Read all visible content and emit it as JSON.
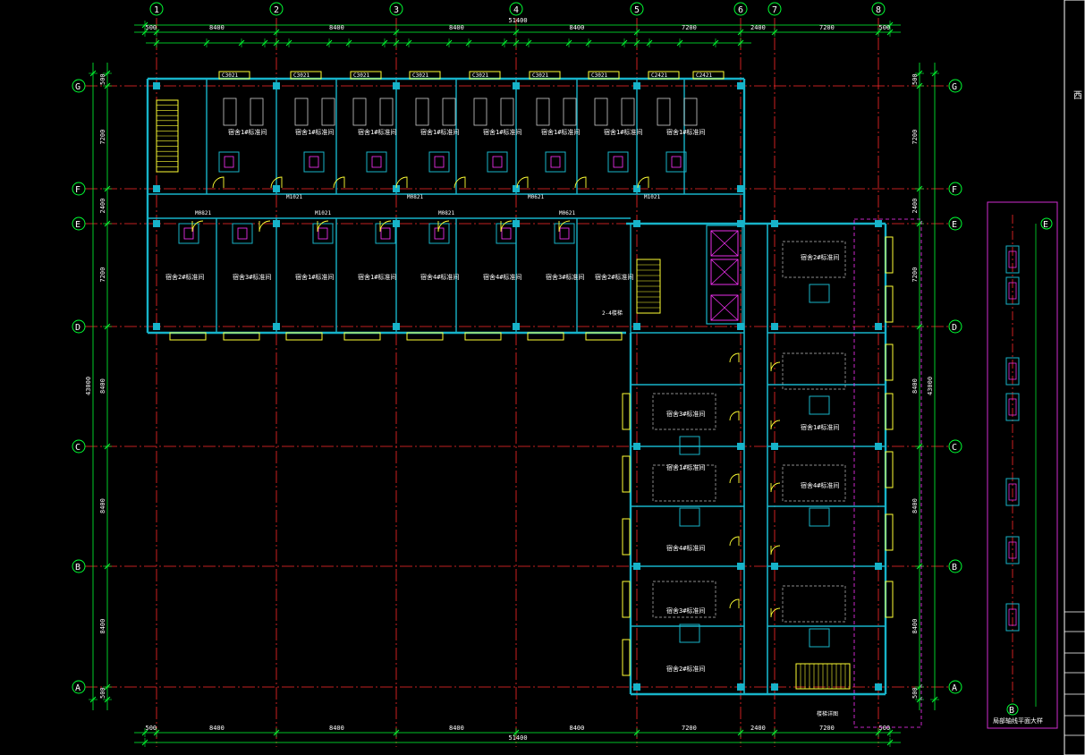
{
  "colors": {
    "background": "#000000",
    "axis": "#ff2a2a",
    "dimension": "#00ff33",
    "wall": "#17b3c9",
    "fixture": "#ffff33",
    "door": "#ffff33",
    "text": "#ffffff",
    "magenta": "#ff33ff",
    "panel": "#d02cd0"
  },
  "axes": {
    "vertical": [
      "1",
      "2",
      "3",
      "4",
      "5",
      "6",
      "7",
      "8"
    ],
    "horizontal": [
      "G",
      "F",
      "E",
      "D",
      "C",
      "B",
      "A"
    ]
  },
  "dimensions": {
    "overall_width": "51400",
    "bays": [
      "8400",
      "8400",
      "8400",
      "8400",
      "7200",
      "2400",
      "7200"
    ],
    "edge": "500",
    "overall_depth": "43000",
    "bays_vertical": [
      "7200",
      "2400",
      "7200",
      "8400",
      "8400",
      "8400"
    ]
  },
  "window_tags": [
    "C3021",
    "C3021",
    "C3021",
    "C3021",
    "C3021",
    "C3021",
    "C3021",
    "C2421",
    "C2421"
  ],
  "door_tags": [
    "M1021",
    "M0821",
    "M0621",
    "M1021",
    "M0821"
  ],
  "room_labels": [
    "宿舍1#标准间",
    "宿舍1#标准间",
    "宿舍1#标准间",
    "宿舍1#标准间",
    "宿舍1#标准间",
    "宿舍1#标准间",
    "宿舍1#标准间",
    "宿舍1#标准间",
    "宿舍2#标准间",
    "宿舍3#标准间",
    "宿舍1#标准间",
    "宿舍1#标准间",
    "宿舍4#标准间",
    "宿舍4#标准间",
    "宿舍3#标准间",
    "宿舍2#标准间"
  ],
  "stair_tags": [
    "2-4楼梯",
    "楼梯详图"
  ],
  "side_panel": {
    "title": "局部轴线平面大样",
    "axis_top": "E",
    "axis_bottom": "B"
  },
  "corner_text": "西"
}
